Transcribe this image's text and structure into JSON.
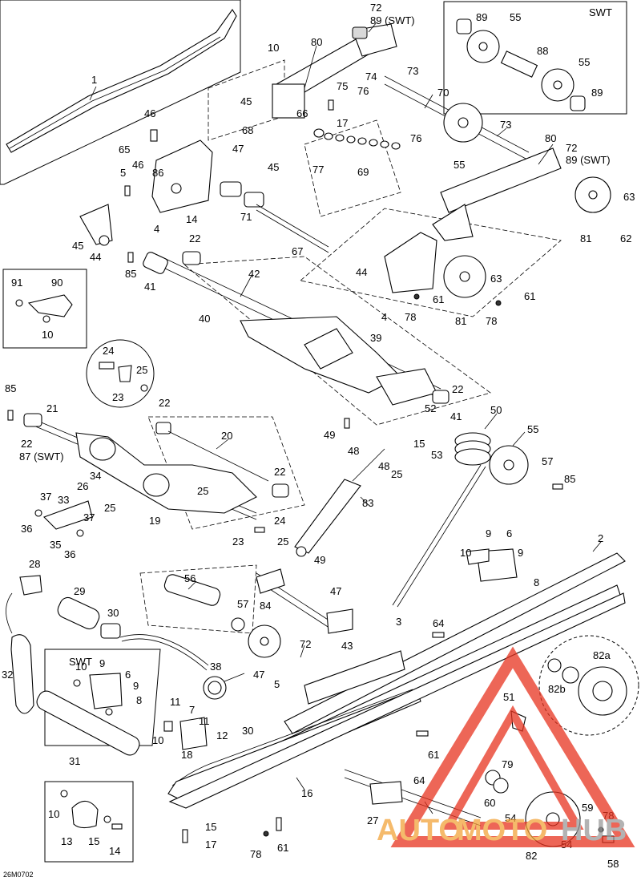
{
  "diagram_code": "26M0702",
  "watermark": {
    "text_a": "AUTO",
    "text_b": "MOTO",
    "text_c": "HUB"
  },
  "labels": {
    "p1": "1",
    "p2": "2",
    "p3": "3",
    "p4": "4",
    "p4b": "4",
    "p5": "5",
    "p5b": "5",
    "p6": "6",
    "p6b": "6",
    "p7": "7",
    "p8": "8",
    "p8b": "8",
    "p9": "9",
    "p9b": "9",
    "p9c": "9",
    "p9d": "9",
    "p10": "10",
    "p10b": "10",
    "p10c": "10",
    "p10d": "10",
    "p10e": "10",
    "p10f": "10",
    "p11": "11",
    "p11b": "11",
    "p12": "12",
    "p13": "13",
    "p14": "14",
    "p14b": "14",
    "p15": "15",
    "p15b": "15",
    "p15c": "15",
    "p16": "16",
    "p17": "17",
    "p17b": "17",
    "p18": "18",
    "p19": "19",
    "p20": "20",
    "p21": "21",
    "p22a": "22",
    "p22b": "22",
    "p22c": "22",
    "p22d": "22",
    "p22e": "22",
    "p23a": "23",
    "p23b": "23",
    "p24a": "24",
    "p24b": "24",
    "p25a": "25",
    "p25b": "25",
    "p25c": "25",
    "p25d": "25",
    "p25e": "25",
    "p26": "26",
    "p27": "27",
    "p28": "28",
    "p29": "29",
    "p30": "30",
    "p30b": "30",
    "p31": "31",
    "p32": "32",
    "p33": "33",
    "p34": "34",
    "p35": "35",
    "p36a": "36",
    "p36b": "36",
    "p37a": "37",
    "p37b": "37",
    "p38": "38",
    "p39": "39",
    "p40": "40",
    "p41": "41",
    "p41b": "41",
    "p42": "42",
    "p43": "43",
    "p44": "44",
    "p44b": "44",
    "p45a": "45",
    "p45b": "45",
    "p45c": "45",
    "p46a": "46",
    "p46b": "46",
    "p47a": "47",
    "p47b": "47",
    "p47c": "47",
    "p48a": "48",
    "p48b": "48",
    "p49a": "49",
    "p49b": "49",
    "p50": "50",
    "p51": "51",
    "p52": "52",
    "p53": "53",
    "p54a": "54",
    "p54b": "54",
    "p55a": "55",
    "p55b": "55",
    "p55c": "55",
    "p55d": "55",
    "p56": "56",
    "p57a": "57",
    "p57b": "57",
    "p58": "58",
    "p59": "59",
    "p60": "60",
    "p61a": "61",
    "p61b": "61",
    "p61c": "61",
    "p61d": "61",
    "p62": "62",
    "p63a": "63",
    "p63b": "63",
    "p64a": "64",
    "p64b": "64",
    "p65": "65",
    "p66": "66",
    "p67": "67",
    "p68": "68",
    "p69": "69",
    "p70": "70",
    "p71": "71",
    "p72a": "72",
    "p72b": "72",
    "p72c": "72",
    "p73a": "73",
    "p73b": "73",
    "p74": "74",
    "p75": "75",
    "p76a": "76",
    "p76b": "76",
    "p77": "77",
    "p78a": "78",
    "p78b": "78",
    "p78c": "78",
    "p78d": "78",
    "p79": "79",
    "p80a": "80",
    "p80b": "80",
    "p81a": "81",
    "p81b": "81",
    "p82": "82",
    "p82a": "82a",
    "p82b": "82b",
    "p83": "83",
    "p84": "84",
    "p85a": "85",
    "p85b": "85",
    "p85c": "85",
    "p86": "86",
    "p87": "87 (SWT)",
    "p88": "88",
    "p89a": "89",
    "p89b": "89",
    "p89swt1": "89 (SWT)",
    "p89swt2": "89 (SWT)",
    "p90": "90",
    "p91": "91",
    "swt_top": "SWT",
    "swt_mid": "SWT"
  },
  "colors": {
    "line": "#000000",
    "watermark_red": "#e8331f",
    "watermark_orange": "#f2a33a",
    "watermark_gray": "#9a9a9a"
  }
}
